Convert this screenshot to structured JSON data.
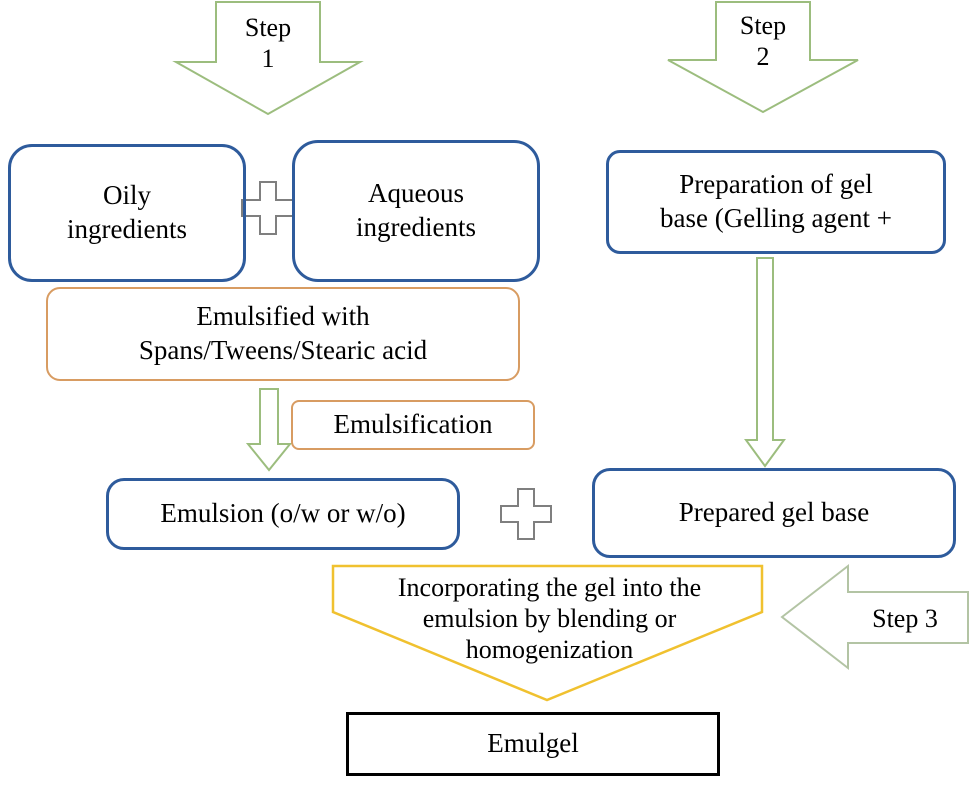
{
  "title": "Emulgel preparation flowchart",
  "colors": {
    "blue_border": "#2e5b9c",
    "tan_border": "#d89c62",
    "green_arrow": "#9cbd7e",
    "yellow_border": "#f0c12f",
    "gray_plus": "#7f7f7f",
    "step3_arrow": "#b3c4a4",
    "black_border": "#000000",
    "text": "#000000",
    "background": "#ffffff"
  },
  "diagram": {
    "steps": {
      "step1": [
        "Step",
        "1"
      ],
      "step2": [
        "Step",
        "2"
      ],
      "step3": "Step 3"
    },
    "boxes": {
      "oily": [
        "Oily",
        "ingredients"
      ],
      "aqueous": [
        "Aqueous",
        "ingredients"
      ],
      "gel_base_prep": [
        "Preparation of gel",
        "base (Gelling agent +"
      ],
      "emulsified": [
        "Emulsified with",
        "Spans/Tweens/Stearic acid"
      ],
      "emulsification": "Emulsification",
      "emulsion": "Emulsion (o/w or w/o)",
      "prepared_gel_base": "Prepared gel base",
      "incorporate": [
        "Incorporating the gel into the",
        "emulsion by blending or",
        "homogenization"
      ],
      "emulgel": "Emulgel"
    },
    "icons": {
      "plus1": "plus-icon",
      "plus2": "plus-icon",
      "step1_arrow": "down-arrow-icon",
      "step2_arrow": "down-arrow-icon",
      "left_down_arrow": "down-arrow-icon",
      "right_down_arrow": "down-arrow-icon",
      "step3_arrow": "left-arrow-icon"
    }
  }
}
